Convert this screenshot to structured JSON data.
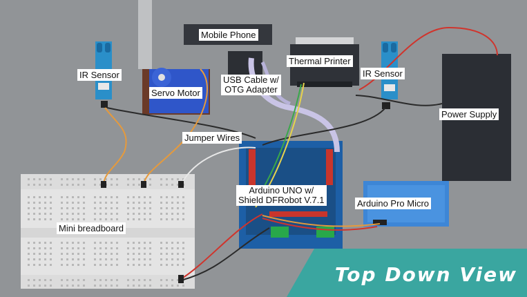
{
  "labels": {
    "mobile_phone": "Mobile Phone",
    "thermal_printer": "Thermal Printer",
    "ir_sensor_left": "IR Sensor",
    "ir_sensor_right": "IR Sensor",
    "servo_motor": "Servo Motor",
    "usb_cable_line1": "USB Cable w/",
    "usb_cable_line2": "OTG Adapter",
    "power_supply": "Power Supply",
    "jumper_wires": "Jumper Wires",
    "arduino_uno_line1": "Arduino UNO w/",
    "arduino_uno_line2": "Shield DFRobot V.7.1",
    "arduino_pro_micro": "Arduino Pro Micro",
    "mini_breadboard": "Mini breadboard"
  },
  "banner": {
    "text": "Top Down View",
    "color": "#3aa6a0"
  },
  "colors": {
    "background": "#919497",
    "sensor_blue": "#2a8fc9",
    "servo_blue": "#2f56c9",
    "arduino_blue": "#1d5fa6",
    "pro_micro_blue": "#3d86d6",
    "power_supply": "#2b2e34",
    "breadboard": "#e4e4e4",
    "wire_red": "#d0342c",
    "wire_orange": "#e69a3c",
    "wire_black": "#2a2a2a",
    "usb_cable": "#c9c4e6"
  }
}
